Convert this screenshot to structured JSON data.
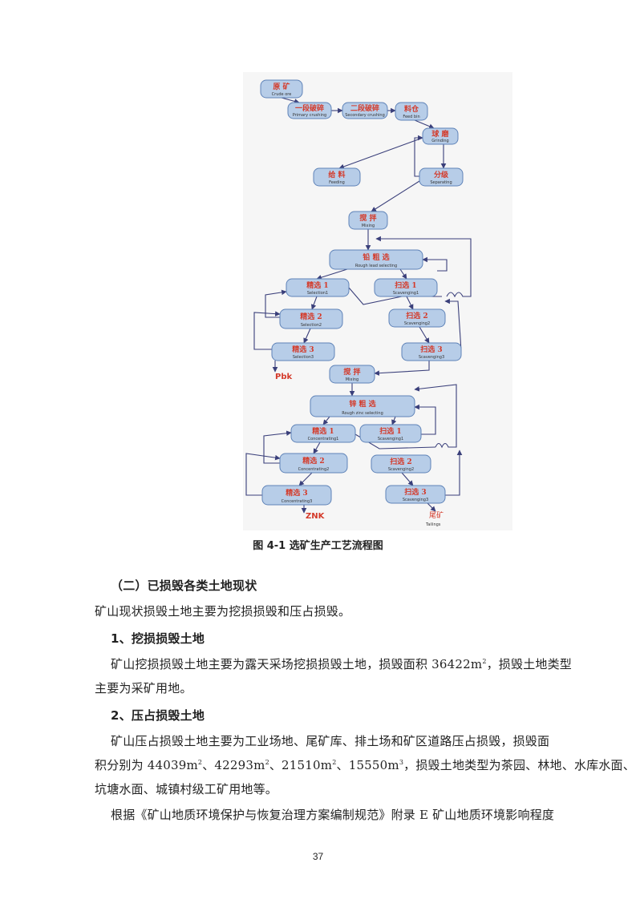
{
  "flowchart": {
    "nodes": [
      {
        "id": "n_crude",
        "zh": "原  矿",
        "en": "Crude ore"
      },
      {
        "id": "n_prim",
        "zh": "一段破碎",
        "en": "Primary crushing"
      },
      {
        "id": "n_sec",
        "zh": "二段破碎",
        "en": "Secondary crushing"
      },
      {
        "id": "n_bin",
        "zh": "料仓",
        "en": "Feed bin"
      },
      {
        "id": "n_grind",
        "zh": "球 磨",
        "en": "Grinding"
      },
      {
        "id": "n_feed",
        "zh": "给 料",
        "en": "Feeding"
      },
      {
        "id": "n_sep",
        "zh": "分级",
        "en": "Separating"
      },
      {
        "id": "n_mix1",
        "zh": "搅 拌",
        "en": "Mixing"
      },
      {
        "id": "n_rlead",
        "zh": "铅 粗 选",
        "en": "Rough lead selecting"
      },
      {
        "id": "n_sel1",
        "zh": "精选 1",
        "en": "Selection1"
      },
      {
        "id": "n_scv1",
        "zh": "扫选 1",
        "en": "Scavenging1"
      },
      {
        "id": "n_sel2",
        "zh": "精选 2",
        "en": "Selection2"
      },
      {
        "id": "n_scv2",
        "zh": "扫选 2",
        "en": "Scavenging2"
      },
      {
        "id": "n_sel3",
        "zh": "精选 3",
        "en": "Selection3"
      },
      {
        "id": "n_scv3",
        "zh": "扫选 3",
        "en": "Scavenging3"
      },
      {
        "id": "n_mix2",
        "zh": "搅 拌",
        "en": "Mixing"
      },
      {
        "id": "n_rzinc",
        "zh": "锌 粗 选",
        "en": "Rough zinc selecting"
      },
      {
        "id": "n_con1",
        "zh": "精选 1",
        "en": "Concentrating1"
      },
      {
        "id": "n_zscv1",
        "zh": "扫选 1",
        "en": "Scavenging1"
      },
      {
        "id": "n_con2",
        "zh": "精选 2",
        "en": "Concentrating2"
      },
      {
        "id": "n_zscv2",
        "zh": "扫选 2",
        "en": "Scavenging2"
      },
      {
        "id": "n_con3",
        "zh": "精选 3",
        "en": "Concentrating3"
      },
      {
        "id": "n_zscv3",
        "zh": "扫选 3",
        "en": "Scavenging3"
      }
    ],
    "labels": {
      "pbk": "Pbk",
      "znk": "ZNK",
      "tail_zh": "尾矿",
      "tail_en": "Tailings"
    }
  },
  "doc": {
    "caption": "图 4-1 选矿生产工艺流程图",
    "h2": "（二）已损毁各类土地现状",
    "p1": "矿山现状损毁土地主要为挖损损毁和压占损毁。",
    "h3a": "1、挖损损毁土地",
    "p2a": "矿山挖损损毁土地主要为露天采场挖损损毁土地，损毁面积 36422m",
    "sup1": "2",
    "p2b": "，损毁土地类型",
    "p2c": "主要为采矿用地。",
    "h3b": "2、压占损毁土地",
    "p3a": "矿山压占损毁土地主要为工业场地、尾矿库、排土场和矿区道路压占损毁，损毁面",
    "p3b_1": "积分别为 44039m",
    "p3b_2": "、42293m",
    "p3b_3": "、21510m",
    "p3b_4": "、15550m",
    "p3b_5": "，损毁土地类型为茶园、林地、水库水面、",
    "sup2": "2",
    "sup3": "3",
    "p3c": "坑塘水面、城镇村级工矿用地等。",
    "p4": "根据《矿山地质环境保护与恢复治理方案编制规范》附录 E 矿山地质环境影响程度",
    "page_number": "37"
  },
  "colors": {
    "node_fill": "#b7cde8",
    "node_stroke": "#5f83b8",
    "zh_text": "#d43a2a",
    "en_text": "#333333",
    "arrow": "#3a3f7a"
  }
}
